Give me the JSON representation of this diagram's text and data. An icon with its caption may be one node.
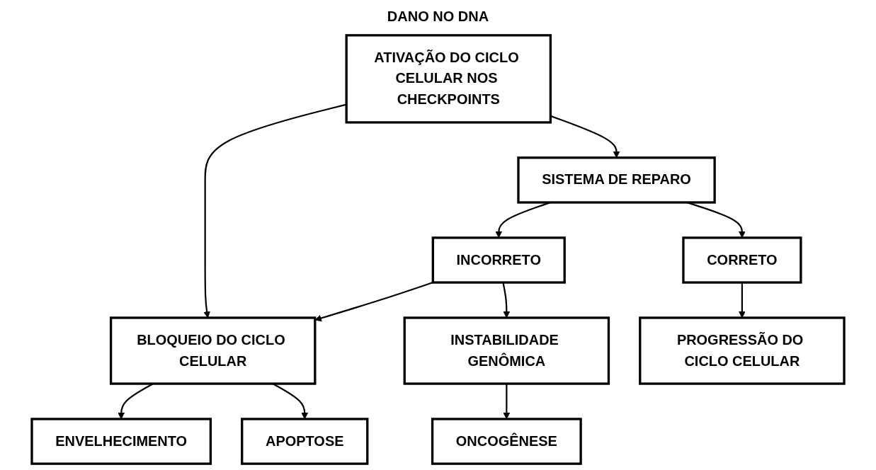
{
  "diagram": {
    "title": "DANO NO DNA",
    "nodes": [
      {
        "text": [
          "ATIVAÇÃO DO CICLO CELULAR NOS CHECKPOINTS"
        ]
      },
      {
        "text": [
          "SISTEMA DE REPARO"
        ]
      },
      {
        "text": [
          "BLOQUEIO DO CICLO CELULAR"
        ]
      },
      {
        "text": [
          "INCORRETO"
        ]
      },
      {
        "text": [
          "CORRETO"
        ]
      },
      {
        "text": [
          "ENVELHECIMENTO"
        ]
      },
      {
        "text": [
          "APOPTOSE"
        ]
      },
      {
        "text": [
          "INSTABILIDADE GENÔMICA"
        ]
      },
      {
        "text": [
          "PROGRESSÃO DO CICLO CELULAR"
        ]
      },
      {
        "text": [
          "ONCOGÊNESE"
        ]
      }
    ],
    "edges": [
      {
        "from": 0,
        "to": 1,
        "arrow": "to"
      },
      {
        "from": 0,
        "to": 2,
        "arrow": "to"
      },
      {
        "from": 1,
        "to": 3,
        "arrow": "to"
      },
      {
        "from": 1,
        "to": 4,
        "arrow": "to"
      },
      {
        "from": 3,
        "to": 2,
        "arrow": "to"
      },
      {
        "from": 2,
        "to": 5,
        "arrow": "to"
      },
      {
        "from": 2,
        "to": 6,
        "arrow": "to"
      },
      {
        "from": 3,
        "to": 7,
        "arrow": "to"
      },
      {
        "from": 4,
        "to": 8,
        "arrow": "to"
      },
      {
        "from": 7,
        "to": 9,
        "arrow": "to"
      }
    ]
  }
}
